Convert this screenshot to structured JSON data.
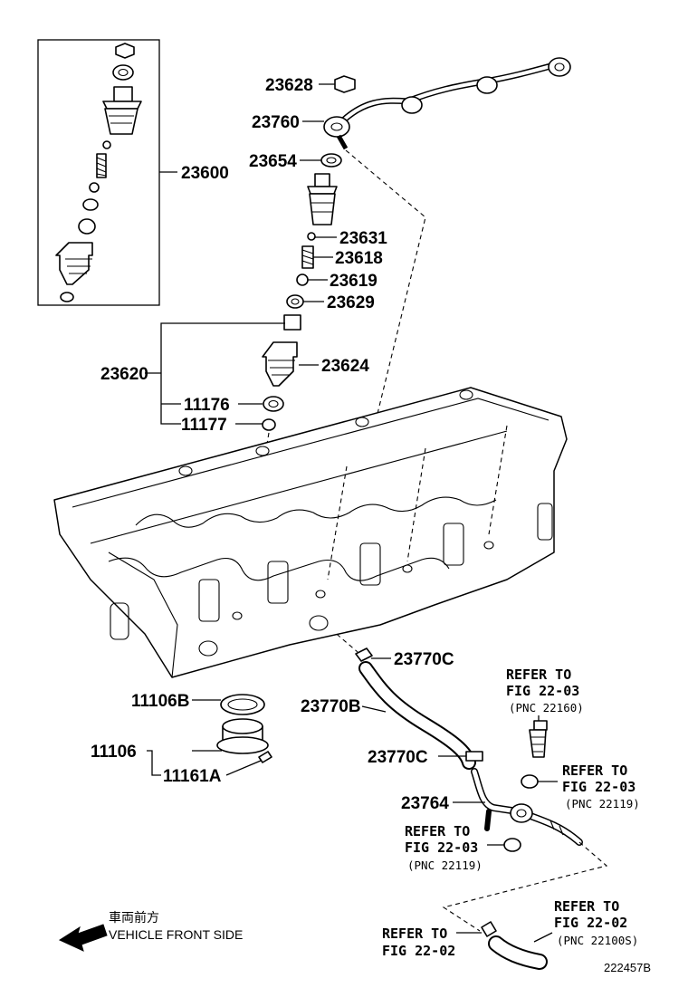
{
  "labels": {
    "p23628": "23628",
    "p23760": "23760",
    "p23654": "23654",
    "p23600": "23600",
    "p23631": "23631",
    "p23618": "23618",
    "p23619": "23619",
    "p23629": "23629",
    "p23620": "23620",
    "p23624": "23624",
    "p11176": "11176",
    "p11177": "11177",
    "p23770c_top": "23770C",
    "p23770b": "23770B",
    "p23770c_low": "23770C",
    "p23764": "23764",
    "p11106b": "11106B",
    "p11106": "11106",
    "p11161a": "11161A"
  },
  "references": [
    {
      "line1": "REFER TO",
      "line2": "FIG 22-03",
      "pnc": "(PNC 22160)"
    },
    {
      "line1": "REFER TO",
      "line2": "FIG 22-03",
      "pnc": "(PNC 22119)"
    },
    {
      "line1": "REFER TO",
      "line2": "FIG 22-03",
      "pnc": "(PNC 22119)"
    },
    {
      "line1": "REFER TO",
      "line2": "FIG 22-02",
      "pnc": "(PNC 22100S)"
    },
    {
      "line1": "REFER TO",
      "line2": "FIG 22-02"
    }
  ],
  "direction": {
    "japanese": "車両前方",
    "english": "VEHICLE FRONT SIDE",
    "arrow_icon": "left-arrow-icon"
  },
  "diagram_code": "222457B"
}
